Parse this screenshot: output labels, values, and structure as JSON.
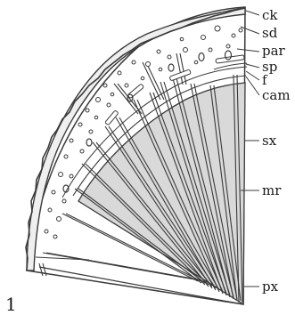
{
  "figure_number": "1",
  "labels": [
    {
      "key": "ck",
      "text": "ck"
    },
    {
      "key": "sd",
      "text": "sd"
    },
    {
      "key": "par",
      "text": "par"
    },
    {
      "key": "sp",
      "text": "sp"
    },
    {
      "key": "f",
      "text": "f"
    },
    {
      "key": "cam",
      "text": "cam"
    },
    {
      "key": "sx",
      "text": "sx"
    },
    {
      "key": "mr",
      "text": "mr"
    },
    {
      "key": "px",
      "text": "px"
    }
  ],
  "colors": {
    "ink": "#3a3a3a",
    "xylem_fill": "#d9d9d9",
    "cork_fill": "#ececec",
    "background": "#ffffff"
  }
}
